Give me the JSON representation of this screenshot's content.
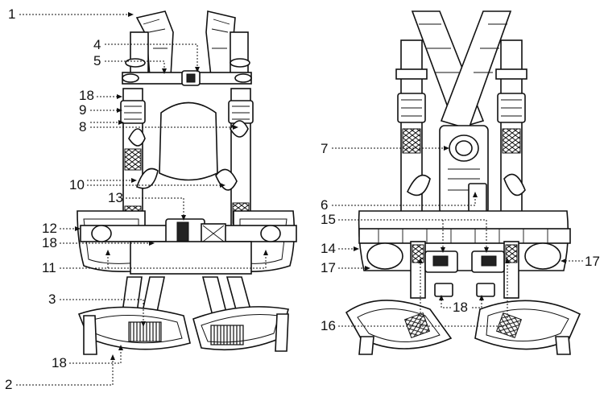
{
  "front_view": {
    "labels": {
      "l1": "1",
      "l2": "2",
      "l3": "3",
      "l4": "4",
      "l5": "5",
      "l8": "8",
      "l9": "9",
      "l10": "10",
      "l11": "11",
      "l12": "12",
      "l13": "13",
      "l18a": "18",
      "l18b": "18",
      "l18c": "18"
    }
  },
  "back_view": {
    "labels": {
      "l6": "6",
      "l7": "7",
      "l14": "14",
      "l15": "15",
      "l16": "16",
      "l17a": "17",
      "l17b": "17",
      "l18": "18"
    }
  }
}
